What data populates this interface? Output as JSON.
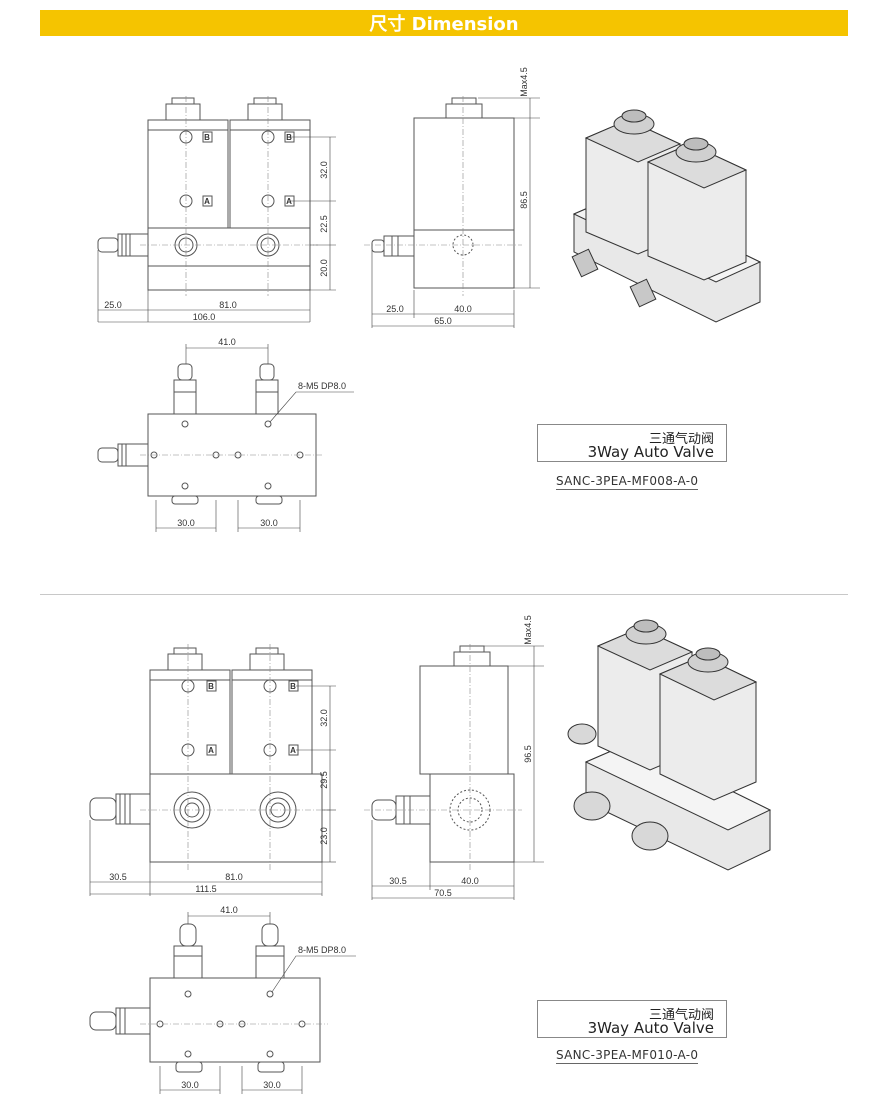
{
  "header": {
    "title": "尺寸 Dimension",
    "bg_color": "#f5c400"
  },
  "sections": [
    {
      "label_cn": "三通气动阀",
      "label_en": "3Way Auto Valve",
      "model": "SANC-3PEA-MF008-A-0",
      "dims": {
        "d_max": "Max4.5",
        "d_32": "32.0",
        "d_225": "22.5",
        "d_20": "20.0",
        "d_865": "86.5",
        "d_25a": "25.0",
        "d_81": "81.0",
        "d_106": "106.0",
        "d_25b": "25.0",
        "d_40": "40.0",
        "d_65": "65.0",
        "d_41": "41.0",
        "d_m5": "8-M5 DP8.0",
        "d_30a": "30.0",
        "d_30b": "30.0"
      }
    },
    {
      "label_cn": "三通气动阀",
      "label_en": "3Way Auto Valve",
      "model": "SANC-3PEA-MF010-A-0",
      "dims": {
        "d_max": "Max4.5",
        "d_32": "32.0",
        "d_225": "29.5",
        "d_20": "23.0",
        "d_865": "96.5",
        "d_25a": "30.5",
        "d_81": "81.0",
        "d_106": "111.5",
        "d_25b": "30.5",
        "d_40": "40.0",
        "d_65": "70.5",
        "d_41": "41.0",
        "d_m5": "8-M5 DP8.0",
        "d_30a": "30.0",
        "d_30b": "30.0"
      }
    }
  ],
  "port_labels": {
    "b": "B",
    "a": "A"
  },
  "colors": {
    "line": "#555555",
    "dim": "#333333"
  }
}
